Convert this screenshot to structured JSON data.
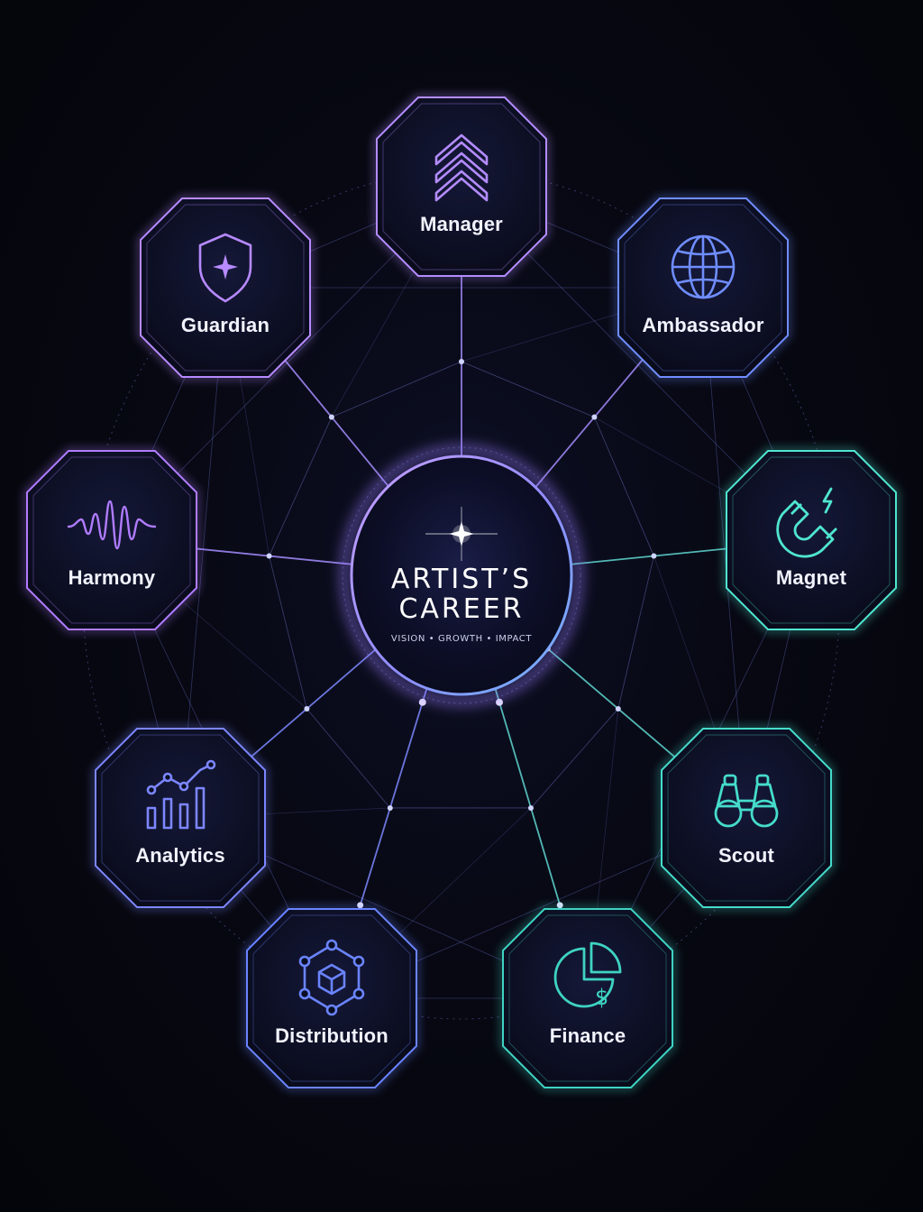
{
  "center": {
    "title_line1": "ARTIST’S",
    "title_line2": "CAREER",
    "tagline": "VISION • GROWTH • IMPACT"
  },
  "nodes": [
    {
      "id": "manager",
      "label": "Manager",
      "icon": "chevrons-up-icon",
      "color": "#b48cff"
    },
    {
      "id": "ambassador",
      "label": "Ambassador",
      "icon": "globe-icon",
      "color": "#6f8dff"
    },
    {
      "id": "magnet",
      "label": "Magnet",
      "icon": "magnet-icon",
      "color": "#4fe6d0"
    },
    {
      "id": "scout",
      "label": "Scout",
      "icon": "binoculars-icon",
      "color": "#45dccb"
    },
    {
      "id": "finance",
      "label": "Finance",
      "icon": "pie-chart-dollar-icon",
      "color": "#3ed3c2"
    },
    {
      "id": "distribution",
      "label": "Distribution",
      "icon": "network-cube-icon",
      "color": "#6a84ff"
    },
    {
      "id": "analytics",
      "label": "Analytics",
      "icon": "bar-line-chart-icon",
      "color": "#7c86ff"
    },
    {
      "id": "harmony",
      "label": "Harmony",
      "icon": "sound-wave-icon",
      "color": "#b07cff"
    },
    {
      "id": "guardian",
      "label": "Guardian",
      "icon": "shield-star-icon",
      "color": "#b78aff"
    }
  ]
}
